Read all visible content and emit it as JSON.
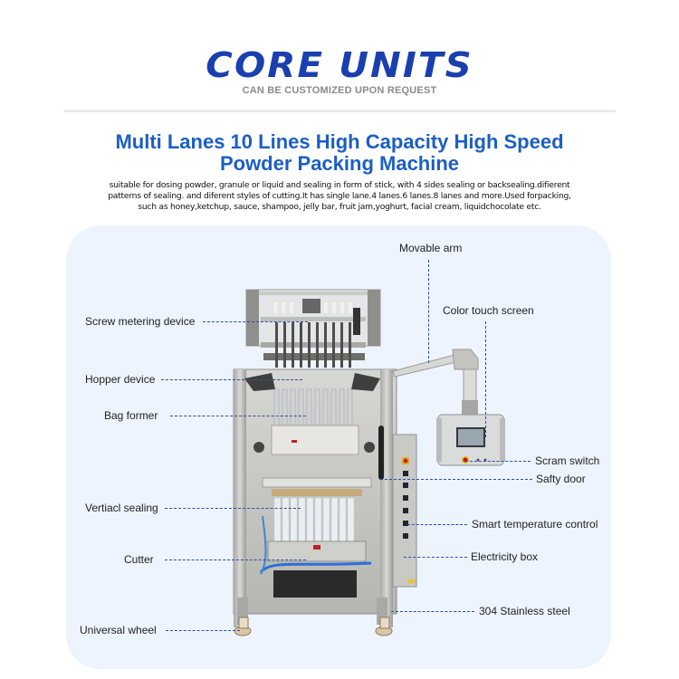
{
  "header": {
    "title": "CORE UNITS",
    "subtitle": "CAN BE CUSTOMIZED UPON REQUEST"
  },
  "product": {
    "title_line1": "Multi Lanes 10 Lines High Capacity High Speed",
    "title_line2": "Powder Packing Machine",
    "description_line1": "suitable for dosing powder, granule or liquid and sealing in form of stick, with 4 sides sealing or backsealing.difierent",
    "description_line2": "patterns of sealing. and diferent styles of cutting.It has single lane.4 lanes.6 lanes.8 lanes and more.Used forpacking,",
    "description_line3": "such as honey,ketchup, sauce, shampoo,  jelly bar, fruit jam,yoghurt, facial cream, liquidchocolate etc."
  },
  "colors": {
    "title_blue": "#1a3fae",
    "product_title_blue": "#1c5fc4",
    "subtitle_gray": "#8a8a8a",
    "panel_bg": "#eef4fe",
    "leader_line": "#2c4fa0"
  },
  "labels": {
    "left": [
      {
        "id": "screw-metering-device",
        "text": "Screw metering device"
      },
      {
        "id": "hopper-device",
        "text": "Hopper device"
      },
      {
        "id": "bag-former",
        "text": "Bag former"
      },
      {
        "id": "vertical-sealing",
        "text": "Vertiacl sealing"
      },
      {
        "id": "cutter",
        "text": "Cutter"
      },
      {
        "id": "universal-wheel",
        "text": "Universal wheel"
      }
    ],
    "right": [
      {
        "id": "movable-arm",
        "text": "Movable arm"
      },
      {
        "id": "color-touch-screen",
        "text": "Color touch screen"
      },
      {
        "id": "scram-switch",
        "text": "Scram switch"
      },
      {
        "id": "safety-door",
        "text": "Safty door"
      },
      {
        "id": "smart-temperature-control",
        "text": "Smart temperature control"
      },
      {
        "id": "electricity-box",
        "text": "Electricity box"
      },
      {
        "id": "stainless-steel",
        "text": "304 Stainless steel"
      }
    ]
  }
}
